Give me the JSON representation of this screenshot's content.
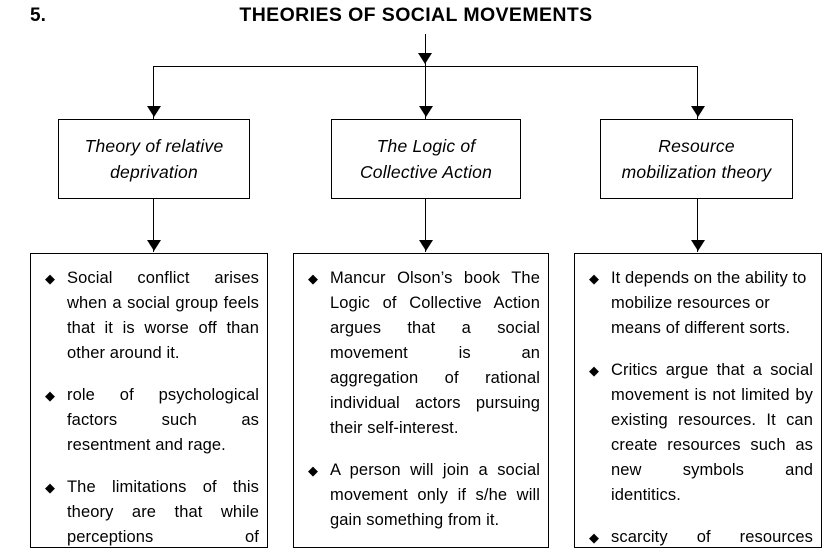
{
  "header": {
    "item_number": "5.",
    "title": "THEORIES OF SOCIAL MOVEMENTS"
  },
  "icons": {
    "bullet": "◆",
    "bullet_name": "diamond-bullet-icon",
    "arrow": "arrowhead-down-icon"
  },
  "colors": {
    "ink": "#000000",
    "background": "#ffffff"
  },
  "branches": [
    {
      "id": "relative-deprivation",
      "title": "Theory of relative\ndeprivation",
      "points": [
        "Social conflict arises when a social group feels that it is worse off than other around it.",
        "role of psychological factors such as resentment and rage.",
        "The limitations of this theory are that while perceptions of"
      ]
    },
    {
      "id": "collective-action",
      "title": "The Logic of\nCollective Action",
      "points": [
        "Mancur Olson’s book The Logic of Collective Action argues that a social movement is an aggregation of rational individual actors pursuing their self-interest.",
        "A person will join a social movement only if s/he will gain something from it."
      ]
    },
    {
      "id": "resource-mobilization",
      "title": "Resource\nmobilization theory",
      "points": [
        "It depends on the ability to mobilize resources or means of different sorts.",
        "Critics argue that a social movement is not limited by existing resources. It can create resources such as new symbols and identitics.",
        "scarcity of resources"
      ]
    }
  ]
}
